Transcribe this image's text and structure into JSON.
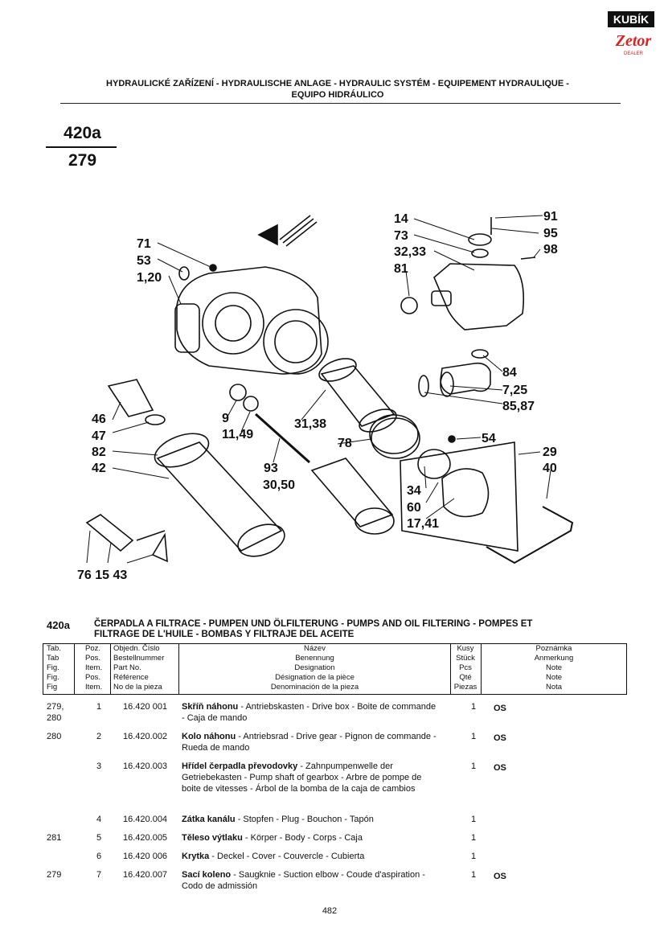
{
  "logo": {
    "brand_top": "KUBÍK",
    "brand_bottom": "Zetor",
    "dealer": "DEALER"
  },
  "header": {
    "line1": "HYDRAULICKÉ ZAŘÍZENÍ - HYDRAULISCHE ANLAGE - HYDRAULIC SYSTÉM - EQUIPEMENT HYDRAULIQUE -",
    "line2": "EQUIPO HIDRÁULICO"
  },
  "figure": {
    "top": "420a",
    "bottom": "279"
  },
  "diagram_labels": [
    "71",
    "53",
    "1,20",
    "14",
    "73",
    "32,33",
    "81",
    "91",
    "95",
    "98",
    "84",
    "7,25",
    "85,87",
    "46",
    "47",
    "82",
    "42",
    "9",
    "11,49",
    "31,38",
    "78",
    "54",
    "29",
    "40",
    "93",
    "30,50",
    "34",
    "60",
    "17,41",
    "76 15 43"
  ],
  "section": {
    "number": "420a",
    "title_line1": "ČERPADLA A FILTRACE - PUMPEN UND ÖLFILTERUNG - PUMPS AND OIL FILTERING - POMPES ET",
    "title_line2": "FILTRAGE DE L'HUILE - BOMBAS Y FILTRAJE DEL ACEITE"
  },
  "table_header": {
    "tab": [
      "Tab.",
      "Tab",
      "Fig.",
      "Fig.",
      "Fig"
    ],
    "poz": [
      "Poz.",
      "Pos.",
      "Item.",
      "Pos.",
      "Item."
    ],
    "cislo": [
      "Objedn. Číslo",
      "Bestellnummer",
      "Part No.",
      "Référence",
      "No de la pieza"
    ],
    "nazev": [
      "Název",
      "Benennung",
      "Designation",
      "Désignation de la pièce",
      "Denominación de la pieza"
    ],
    "kusy": [
      "Kusy",
      "Stück",
      "Pcs",
      "Qté",
      "Piezas"
    ],
    "poznamka": [
      "Poznámka",
      "Anmerkung",
      "Note",
      "Note",
      "Nota"
    ]
  },
  "rows": [
    {
      "tab": "279,\n280",
      "poz": "1",
      "part": "16.420 001",
      "bold": "Skříň náhonu",
      "rest": " - Antriebskasten - Drive box - Boite de commande - Caja de mando",
      "qty": "1",
      "note": "OS"
    },
    {
      "tab": "280",
      "poz": "2",
      "part": "16.420.002",
      "bold": "Kolo náhonu",
      "rest": " - Antriebsrad - Drive gear - Pignon de commande - Rueda de mando",
      "qty": "1",
      "note": "OS"
    },
    {
      "tab": "",
      "poz": "3",
      "part": "16.420.003",
      "bold": "Hřídel čerpadla převodovky",
      "rest": " - Zahnpumpenwelle der Getriebekasten - Pump shaft of gearbox - Arbre de pompe de boite de vitesses - Árbol de la bomba de la caja de cambios",
      "qty": "1",
      "note": "OS"
    },
    {
      "tab": "",
      "poz": "4",
      "part": "16.420.004",
      "bold": "Zátka kanálu",
      "rest": " - Stopfen - Plug - Bouchon - Tapón",
      "qty": "1",
      "note": ""
    },
    {
      "tab": "281",
      "poz": "5",
      "part": "16.420.005",
      "bold": "Těleso výtlaku",
      "rest": " - Körper - Body - Corps - Caja",
      "qty": "1",
      "note": ""
    },
    {
      "tab": "",
      "poz": "6",
      "part": "16.420 006",
      "bold": "Krytka",
      "rest": " - Deckel - Cover - Couvercle - Cubierta",
      "qty": "1",
      "note": ""
    },
    {
      "tab": "279",
      "poz": "7",
      "part": "16.420.007",
      "bold": "Sací koleno",
      "rest": " - Saugknie - Suction elbow - Coude d'aspiration - Codo de admissión",
      "qty": "1",
      "note": "OS"
    }
  ],
  "page_number": "482"
}
